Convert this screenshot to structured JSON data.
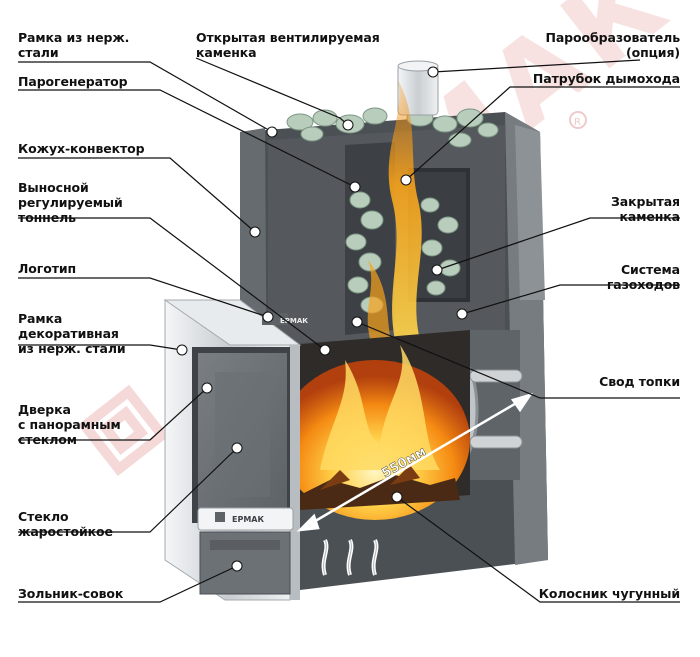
{
  "labels": {
    "frame_steel": "Рамка из нерж.\nстали",
    "open_heater": "Открытая вентилируемая\nкаменка",
    "steam_maker": "Парообразователь\n(опция)",
    "steam_generator": "Парогенератор",
    "chimney_pipe": "Патрубок дымохода",
    "casing_convector": "Кожух-конвектор",
    "remote_tunnel": "Выносной\nрегулируемый\nтоннель",
    "closed_heater": "Закрытая\nкаменка",
    "logo": "Логотип",
    "gas_system": "Система\nгазоходов",
    "deco_frame": "Рамка\nдекоративная\nиз нерж. стали",
    "firebox_vault": "Свод топки",
    "door_panoramic": "Дверка\nс панорамным\nстеклом",
    "glass_heatproof": "Стекло\nжаростойкое",
    "ash_pan": "Зольник-совок",
    "cast_grate": "Колосник чугунный"
  },
  "dimension": "550мм",
  "brand": "ЕРМАК",
  "colors": {
    "body_dark": "#555a60",
    "body_mid": "#6c7177",
    "body_light": "#8a8f95",
    "steel": "#dfe3e6",
    "fire": "#f5a21c",
    "stones": "#b9cdbc",
    "watermark": "#f4d6d6",
    "line": "#111111"
  }
}
